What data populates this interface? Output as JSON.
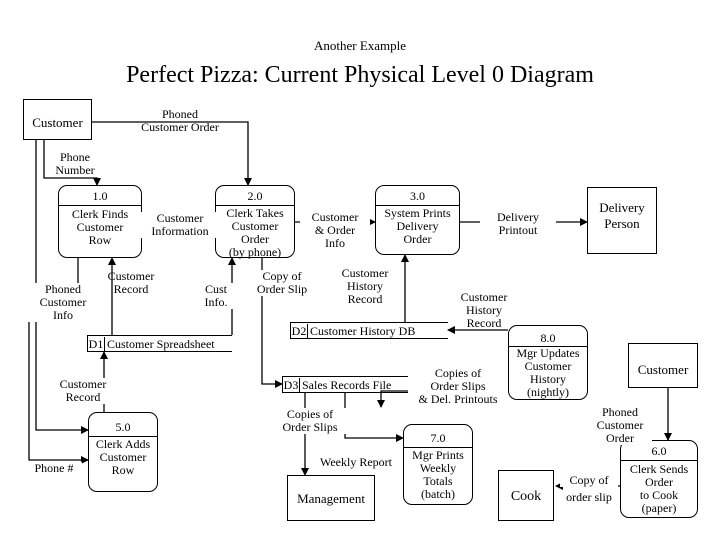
{
  "header": {
    "subtitle": "Another Example",
    "title": "Perfect Pizza: Current Physical Level 0 Diagram"
  },
  "entities": {
    "customer_left": "Customer",
    "delivery_person": "Delivery\nPerson",
    "customer_right": "Customer",
    "management": "Management",
    "cook": "Cook"
  },
  "processes": {
    "p1": {
      "id": "1.0",
      "name": "Clerk Finds\nCustomer\nRow"
    },
    "p2": {
      "id": "2.0",
      "name": "Clerk Takes\nCustomer\nOrder\n(by phone)"
    },
    "p3": {
      "id": "3.0",
      "name": "System Prints\nDelivery\nOrder"
    },
    "p5": {
      "id": "5.0",
      "name": "Clerk Adds\nCustomer\nRow"
    },
    "p6": {
      "id": "6.0",
      "name": "Clerk Sends\nOrder\nto Cook\n(paper)"
    },
    "p7": {
      "id": "7.0",
      "name": "Mgr Prints\nWeekly\nTotals\n(batch)"
    },
    "p8": {
      "id": "8.0",
      "name": "Mgr Updates\nCustomer\nHistory\n(nightly)"
    }
  },
  "stores": {
    "d1": {
      "id": "D1",
      "name": "Customer Spreadsheet"
    },
    "d2": {
      "id": "D2",
      "name": "Customer History DB"
    },
    "d3": {
      "id": "D3",
      "name": "Sales Records File"
    }
  },
  "flows": {
    "phoned_customer_order": "Phoned\nCustomer Order",
    "phone_number": "Phone\nNumber",
    "customer_information": "Customer\nInformation",
    "customer_order_info": "Customer\n& Order\nInfo",
    "delivery_printout": "Delivery\nPrintout",
    "phoned_customer_info": "Phoned\nCustomer\nInfo",
    "customer_record_1": "Customer\nRecord",
    "cust_info": "Cust\nInfo.",
    "copy_of_order_slip": "Copy of\nOrder Slip",
    "customer_history_record_1": "Customer\nHistory\nRecord",
    "customer_history_record_2": "Customer\nHistory\nRecord",
    "copies_order_slips_del": "Copies of\nOrder Slips\n& Del. Printouts",
    "customer_record_2": "Customer\nRecord",
    "copies_of_order_slips": "Copies of\nOrder Slips",
    "weekly_report": "Weekly Report",
    "phone_hash": "Phone #",
    "phoned_customer_order_2": "Phoned\nCustomer\nOrder",
    "copy_of": "Copy of",
    "order_slip": "order slip"
  }
}
